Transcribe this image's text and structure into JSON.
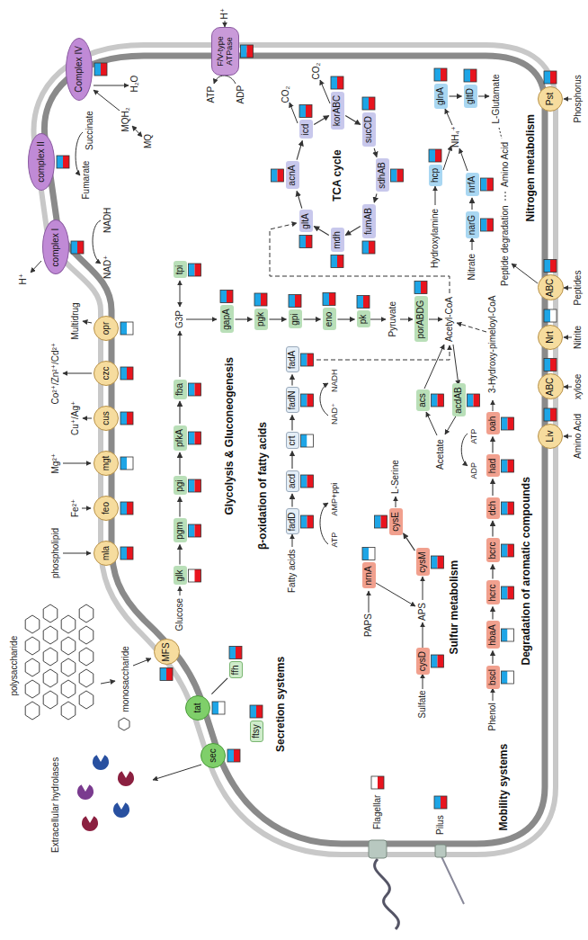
{
  "diagram": {
    "nodes": [
      {
        "text": [
          "MFS"
        ]
      },
      {
        "text": [
          "mla"
        ]
      },
      {
        "text": [
          "feo"
        ]
      },
      {
        "text": [
          "mgt"
        ]
      },
      {
        "text": [
          "cus"
        ]
      },
      {
        "text": [
          "czc"
        ]
      },
      {
        "text": [
          "opr"
        ]
      },
      {
        "text": [
          "complex I"
        ]
      },
      {
        "text": [
          "complex II"
        ]
      },
      {
        "text": [
          "Complex IV"
        ]
      },
      {
        "text": [
          "F/V-type ATPase"
        ]
      },
      {
        "text": [
          "sec"
        ]
      },
      {
        "text": [
          "tat"
        ]
      },
      {
        "text": [
          "ffh"
        ]
      },
      {
        "text": [
          "ftsy"
        ]
      },
      {
        "text": [
          "glk"
        ]
      },
      {
        "text": [
          "pgm"
        ]
      },
      {
        "text": [
          "pgi"
        ]
      },
      {
        "text": [
          "pfkA"
        ]
      },
      {
        "text": [
          "fba"
        ]
      },
      {
        "text": [
          "tpi"
        ]
      },
      {
        "text": [
          "gapA"
        ]
      },
      {
        "text": [
          "pgk"
        ]
      },
      {
        "text": [
          "gpi"
        ]
      },
      {
        "text": [
          "eno"
        ]
      },
      {
        "text": [
          "pk"
        ]
      },
      {
        "text": [
          "porABDG"
        ]
      },
      {
        "text": [
          "acs"
        ]
      },
      {
        "text": [
          "acdAB"
        ]
      },
      {
        "text": [
          "fadD"
        ]
      },
      {
        "text": [
          "acd"
        ]
      },
      {
        "text": [
          "crt"
        ]
      },
      {
        "text": [
          "fadN"
        ]
      },
      {
        "text": [
          "fadA"
        ]
      },
      {
        "text": [
          "gltA"
        ]
      },
      {
        "text": [
          "acnA"
        ]
      },
      {
        "text": [
          "icd"
        ]
      },
      {
        "text": [
          "korABC"
        ]
      },
      {
        "text": [
          "sucCD"
        ]
      },
      {
        "text": [
          "sdhAB"
        ]
      },
      {
        "text": [
          "fumAB"
        ]
      },
      {
        "text": [
          "mdh"
        ]
      },
      {
        "text": [
          "hcp"
        ]
      },
      {
        "text": [
          "narG"
        ]
      },
      {
        "text": [
          "nrfA"
        ]
      },
      {
        "text": [
          "glnA"
        ]
      },
      {
        "text": [
          "gltD"
        ]
      },
      {
        "text": [
          "cysD"
        ]
      },
      {
        "text": [
          "nrnA"
        ]
      },
      {
        "text": [
          "cysM"
        ]
      },
      {
        "text": [
          "cysE"
        ]
      },
      {
        "text": [
          "bscl"
        ]
      },
      {
        "text": [
          "hbaA"
        ]
      },
      {
        "text": [
          "hcrc"
        ]
      },
      {
        "text": [
          "bcrc"
        ]
      },
      {
        "text": [
          "dch"
        ]
      },
      {
        "text": [
          "had"
        ]
      },
      {
        "text": [
          "oah"
        ]
      },
      {
        "text": [
          "Liv"
        ]
      },
      {
        "text": [
          "ABC"
        ]
      },
      {
        "text": [
          "Nrt"
        ]
      },
      {
        "text": [
          "ABC"
        ]
      },
      {
        "text": [
          "Pst"
        ]
      }
    ],
    "edges": [
      {
        "from": 15,
        "to": 16,
        "arrow": "to"
      },
      {
        "from": 16,
        "to": 17,
        "arrow": "to"
      },
      {
        "from": 17,
        "to": 18,
        "arrow": "to"
      },
      {
        "from": 18,
        "to": 19,
        "arrow": "to"
      },
      {
        "from": 21,
        "to": 22,
        "arrow": "to"
      },
      {
        "from": 22,
        "to": 23,
        "arrow": "to"
      },
      {
        "from": 23,
        "to": 24,
        "arrow": "to"
      },
      {
        "from": 24,
        "to": 25,
        "arrow": "to"
      },
      {
        "from": 29,
        "to": 30,
        "arrow": "to"
      },
      {
        "from": 30,
        "to": 31,
        "arrow": "to"
      },
      {
        "from": 31,
        "to": 32,
        "arrow": "to"
      },
      {
        "from": 32,
        "to": 33,
        "arrow": "to"
      },
      {
        "from": 34,
        "to": 35,
        "arrow": "to"
      },
      {
        "from": 35,
        "to": 36,
        "arrow": "to"
      },
      {
        "from": 36,
        "to": 37,
        "arrow": "to"
      },
      {
        "from": 37,
        "to": 38,
        "arrow": "to"
      },
      {
        "from": 38,
        "to": 39,
        "arrow": "to"
      },
      {
        "from": 39,
        "to": 40,
        "arrow": "to"
      },
      {
        "from": 40,
        "to": 41,
        "arrow": "to"
      },
      {
        "from": 41,
        "to": 34,
        "arrow": "to"
      },
      {
        "from": 43,
        "to": 44,
        "arrow": "to"
      },
      {
        "from": 45,
        "to": 46,
        "arrow": "to"
      },
      {
        "from": 49,
        "to": 50,
        "arrow": "to"
      },
      {
        "from": 51,
        "to": 52,
        "arrow": "to"
      },
      {
        "from": 52,
        "to": 53,
        "arrow": "to"
      },
      {
        "from": 53,
        "to": 54,
        "arrow": "to"
      },
      {
        "from": 54,
        "to": 55,
        "arrow": "to"
      },
      {
        "from": 55,
        "to": 56,
        "arrow": "to"
      },
      {
        "from": 56,
        "to": 57,
        "arrow": "to"
      },
      {
        "from": 13,
        "to": 12,
        "arrow": "none"
      }
    ],
    "labels": [
      "polysaccharide",
      "monosaccharide",
      "Extracellular hydrolases",
      "phospholipid",
      "Fe²⁺",
      "Mg²⁺",
      "Cu⁺/Ag⁺",
      "Co²⁺/Zn²⁺/Cd²⁺",
      "Multidrug",
      "H⁺",
      "NAD⁺",
      "NADH",
      "Fumarate",
      "Succinate",
      "MQH₂",
      "MQ",
      "H₂O",
      "ATP",
      "ADP",
      "H⁺",
      "Glucose",
      "G3P",
      "Pyruvate",
      "Acetyl-CoA",
      "Acetate",
      "ATP",
      "ADP",
      "Glycolysis & Gluconeogenesis",
      "Fatty acids",
      "β-oxidation of fatty acids",
      "ATP",
      "AMP+ppi",
      "NAD⁺",
      "NADH",
      "TCA cycle",
      "CO₂",
      "CO₂",
      "Hydroxylamine",
      "NH₄⁺",
      "Nitrate",
      "L-Glutamate",
      "Amino Acid",
      "Peptide degradation",
      "Nitrogen metabolism",
      "Secretion systems",
      "PAPS",
      "Sulfate",
      "APS",
      "L-Serine",
      "Sulfur metabolism",
      "Phenol",
      "3-Hydroxy-pimeloyl-CoA",
      "Degradation of aromatic compounds",
      "Flagellar",
      "Pilus",
      "Mobility systems",
      "Amino Acid",
      "xylose",
      "Nitrite",
      "Peptides",
      "Phosphorus"
    ]
  }
}
